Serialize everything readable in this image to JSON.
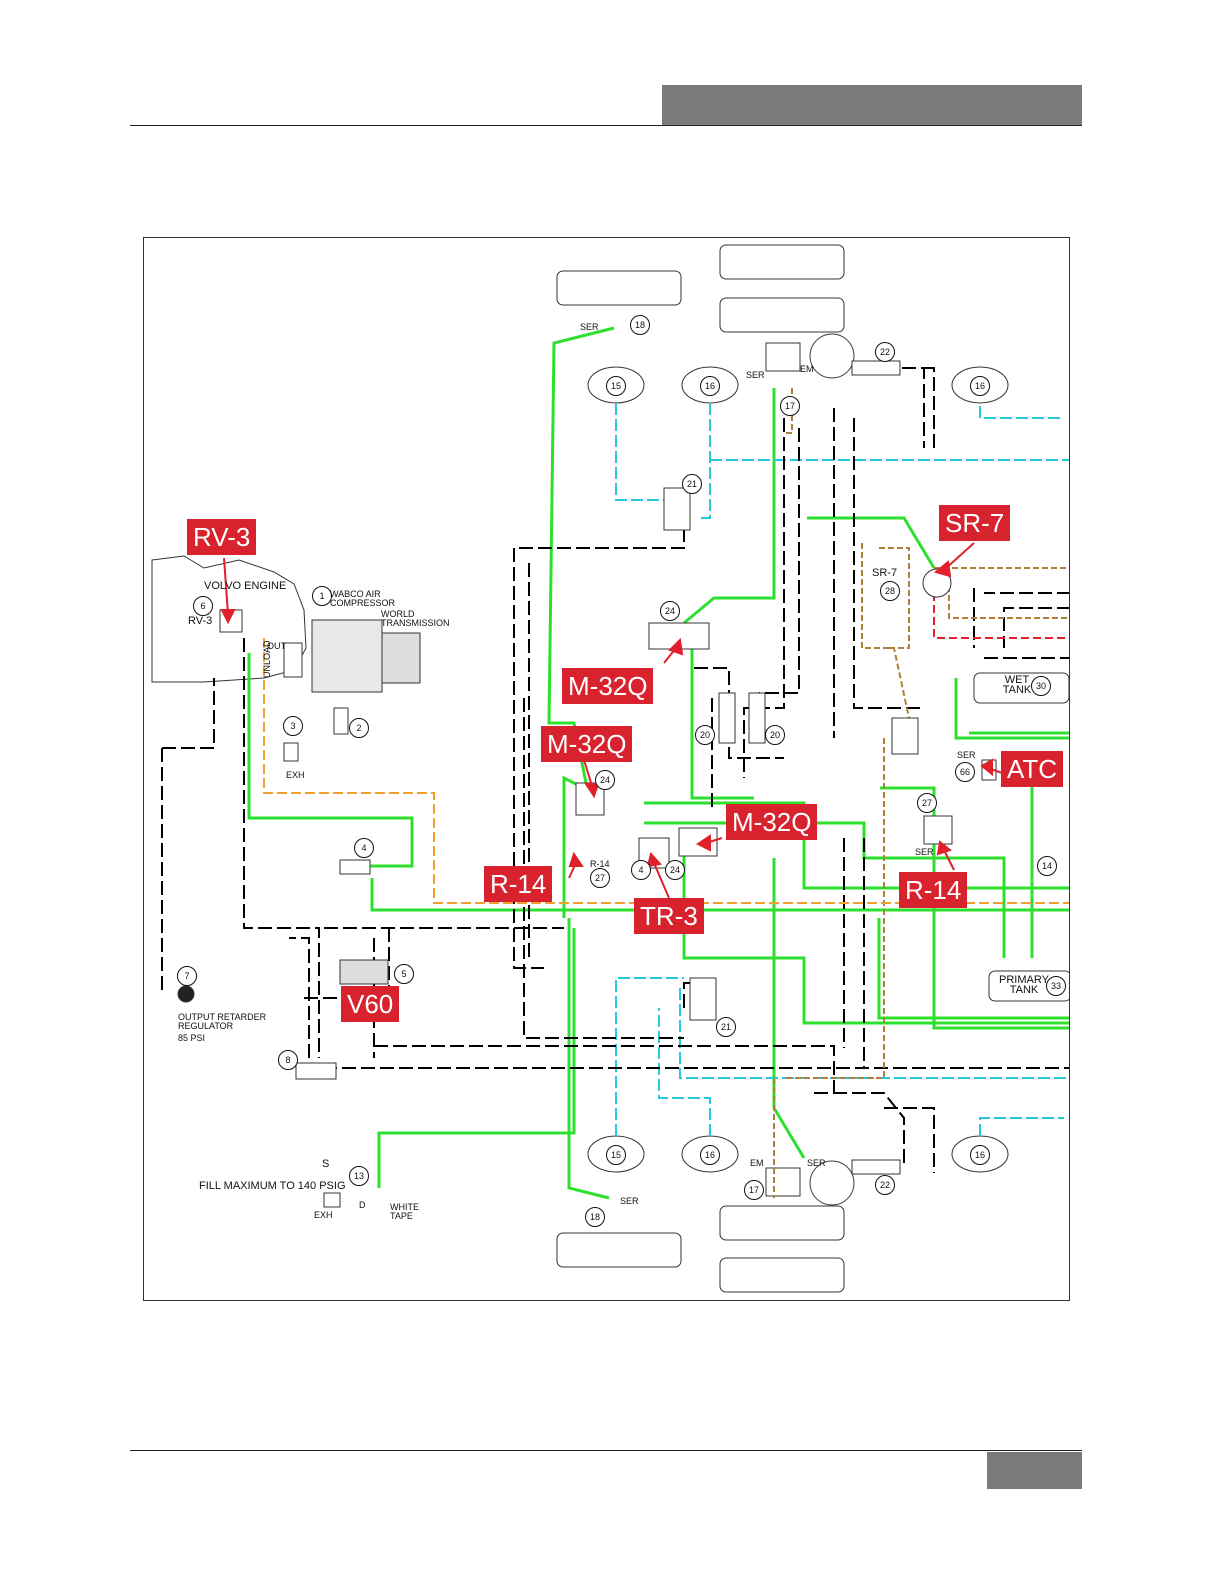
{
  "colors": {
    "supply_line": "#2ee02e",
    "brake_line": "#26c8e0",
    "control_line": "#000000",
    "park_line": "#b07f3a",
    "emergency_line": "#e0202a",
    "callout_bg": "#d8232f",
    "header_bar": "#7a7a7a"
  },
  "callouts": {
    "rv3": "RV-3",
    "sr7": "SR-7",
    "m32q_top": "M-32Q",
    "m32q_mid": "M-32Q",
    "m32q_right": "M-32Q",
    "atc": "ATC",
    "r14_left": "R-14",
    "r14_right": "R-14",
    "tr3": "TR-3",
    "v60": "V60"
  },
  "labels": {
    "volvo_engine": "VOLVO ENGINE",
    "rv3_small": "RV-3",
    "air_compressor": "WABCO AIR COMPRESSOR",
    "world_transmission": "WORLD TRANSMISSION",
    "unload": "UNLOAD",
    "out": "OUT",
    "exh": "EXH",
    "sr7_small": "SR-7",
    "wet_tank": "WET TANK",
    "primary_tank": "PRIMARY TANK",
    "ser": "SER",
    "em": "EM",
    "output_retarder": "OUTPUT RETARDER REGULATOR",
    "psi": "85 PSI",
    "fill": "FILL MAXIMUM TO 140 PSIG",
    "white_tape": "WHITE TAPE",
    "s": "S",
    "d": "D",
    "r14_small": "R-14"
  },
  "part_numbers": {
    "n1": "1",
    "n2": "2",
    "n3": "3",
    "n4": "4",
    "n5": "5",
    "n6": "6",
    "n7": "7",
    "n8": "8",
    "n13": "13",
    "n14": "14",
    "n15": "15",
    "n16": "16",
    "n17": "17",
    "n18": "18",
    "n20": "20",
    "n21": "21",
    "n22": "22",
    "n24": "24",
    "n27": "27",
    "n28": "28",
    "n30": "30",
    "n33": "33",
    "n66": "66"
  }
}
